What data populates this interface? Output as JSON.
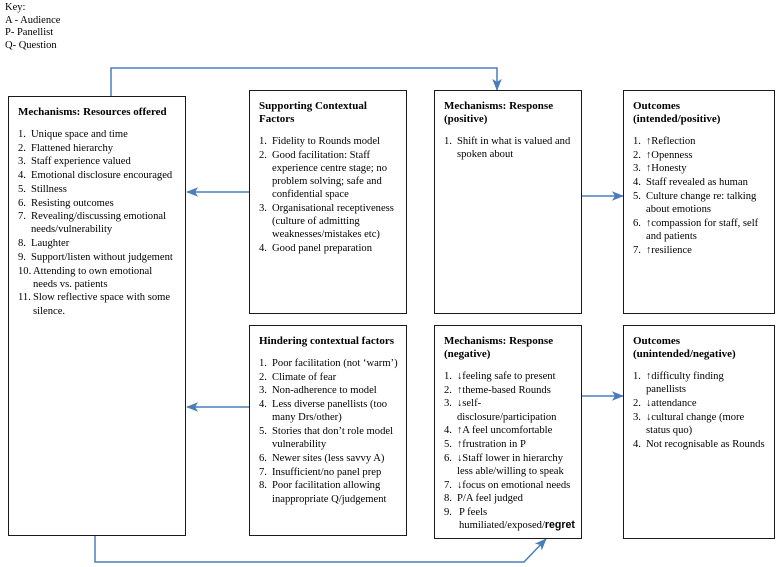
{
  "key": {
    "title": "Key:",
    "lines": [
      "A - Audience",
      "P- Panellist",
      "Q- Question"
    ]
  },
  "boxes": [
    {
      "id": "mechanisms-resources-offered",
      "title": "Mechanisms: Resources offered",
      "items": [
        "1.Unique space and time",
        "2.Flattened hierarchy",
        "3.Staff experience valued",
        "4.Emotional disclosure encouraged",
        "5.Stillness",
        "6.Resisting outcomes",
        "7.Revealing/discussing emotional needs/vulnerability",
        "8.Laughter",
        "9.Support/listen without judgement",
        "10. Attending to own emotional needs vs. patients",
        "11. Slow reflective space with some silence."
      ]
    },
    {
      "id": "supporting-contextual-factors",
      "title": "Supporting Contextual Factors",
      "items": [
        "1.Fidelity to Rounds model",
        "2.Good facilitation: Staff experience centre stage; no problem solving; safe and confidential space",
        "3.Organisational receptiveness (culture of admitting weaknesses/mistakes etc)",
        "4.Good panel preparation"
      ]
    },
    {
      "id": "mechanisms-response-positive",
      "title": "Mechanisms: Response (positive)",
      "items": [
        "1.Shift in what is valued and spoken about"
      ]
    },
    {
      "id": "outcomes-intended-positive",
      "title": "Outcomes (intended/positive)",
      "items": [
        "1.↑Reflection",
        "2.↑Openness",
        "3.↑Honesty",
        "4.Staff revealed as human",
        "5.Culture change re: talking about emotions",
        "6.↑compassion for staff, self and patients",
        "7.↑resilience"
      ]
    },
    {
      "id": "hindering-contextual-factors",
      "title": "Hindering contextual factors",
      "items": [
        "1.Poor facilitation (not ‘warm’)",
        "2.Climate of fear",
        "3.Non-adherence to model",
        "4.Less diverse panellists (too many Drs/other)",
        "5.Stories that don’t role model vulnerability",
        "6.Newer sites (less savvy A)",
        "7.Insufficient/no panel prep",
        "8.Poor facilitation allowing inappropriate Q/judgement"
      ]
    },
    {
      "id": "mechanisms-response-negative",
      "title": "Mechanisms: Response (negative)",
      "items": [
        "1.↓feeling safe to present",
        "2.↑theme-based Rounds",
        "3.↓self-disclosure/participation",
        "4.↑A feel uncomfortable",
        "5.↑frustration in P",
        "6.↓Staff lower in hierarchy less able/willing to speak",
        "7.↓focus on emotional needs",
        "8.P/A feel judged",
        "9.          P feels humiliated/exposed/regret"
      ]
    },
    {
      "id": "outcomes-unintended-negative",
      "title": "Outcomes (unintended/negative)",
      "items": [
        "1.↑difficulty finding panellists",
        "2.↓attendance",
        "3.↓cultural change (more status quo)",
        "4.Not recognisable as Rounds"
      ]
    }
  ],
  "colors": {
    "arrow": "#4a7ebb",
    "box_border": "#1a1a1a"
  },
  "arrows": [
    {
      "name": "supporting-to-mechanisms-resources",
      "direction": "left"
    },
    {
      "name": "positive-response-to-positive-outcomes",
      "direction": "right"
    },
    {
      "name": "hindering-to-mechanisms-resources",
      "direction": "left"
    },
    {
      "name": "negative-response-to-negative-outcomes",
      "direction": "right"
    },
    {
      "name": "resources-to-positive-response-top-loop",
      "direction": "down"
    },
    {
      "name": "resources-to-negative-response-bottom-loop",
      "direction": "up"
    }
  ]
}
